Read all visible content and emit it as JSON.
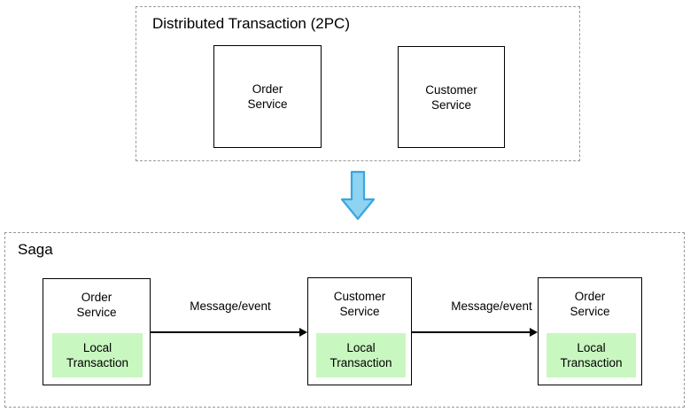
{
  "diagram": {
    "type": "architecture-comparison",
    "background_color": "#ffffff",
    "accent_arrow_fill": "#8ed3f2",
    "accent_arrow_stroke": "#3aa6dd",
    "local_transaction_color": "#c9f7c0",
    "group_border_color": "#9a9a9a",
    "box_border_color": "#000000"
  },
  "top_group": {
    "title": "Distributed Transaction (2PC)",
    "services": [
      {
        "name": "Order\nService"
      },
      {
        "name": "Customer\nService"
      }
    ]
  },
  "transition": {
    "icon": "down-arrow-icon",
    "direction": "down"
  },
  "bottom_group": {
    "title": "Saga",
    "services": [
      {
        "name": "Order\nService",
        "local_transaction": "Local\nTransaction"
      },
      {
        "name": "Customer\nService",
        "local_transaction": "Local\nTransaction"
      },
      {
        "name": "Order\nService",
        "local_transaction": "Local\nTransaction"
      }
    ],
    "connectors": [
      {
        "label": "Message/event"
      },
      {
        "label": "Message/event"
      }
    ]
  }
}
